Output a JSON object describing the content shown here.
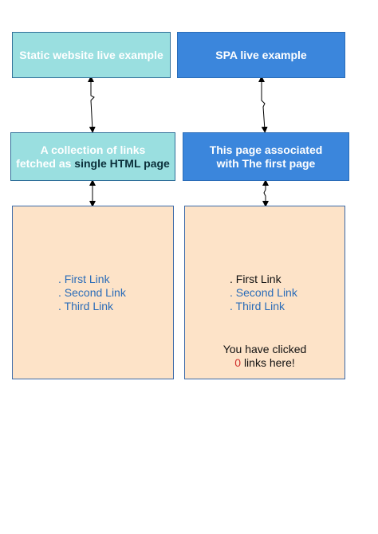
{
  "boxes": {
    "static_title": "Static website live example",
    "spa_title": "SPA live example",
    "collection_line1": "A collection of links",
    "collection_line2_prefix": "fetched as",
    "collection_line2_emphasis": "single HTML page",
    "assoc_line1": "This page associated",
    "assoc_line2": "with The first page"
  },
  "static_panel": {
    "links": [
      ". First Link",
      ". Second Link",
      ". Third Link"
    ]
  },
  "spa_panel": {
    "links": [
      ". First Link",
      ". Second Link",
      ". Third Link"
    ],
    "clicked_prefix": "You have clicked",
    "click_count": "0",
    "clicked_suffix": "links here!"
  },
  "colors": {
    "teal_box": "#9adfe0",
    "blue_box": "#3b86dc",
    "panel": "#fde3c8",
    "link": "#2a6cb8",
    "count": "#d0312d"
  }
}
